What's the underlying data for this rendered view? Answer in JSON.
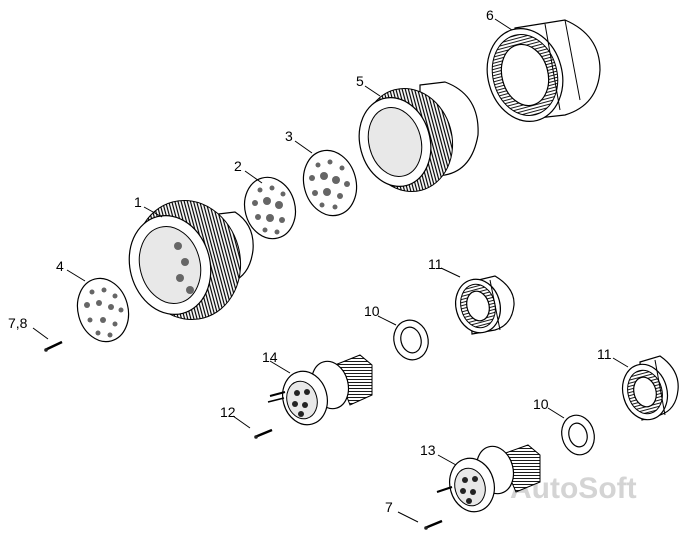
{
  "watermark": "AutoSoft",
  "callouts": {
    "c1": "1",
    "c2": "2",
    "c3": "3",
    "c4": "4",
    "c5": "5",
    "c6": "6",
    "c7a": "7,8",
    "c7b": "7",
    "c10a": "10",
    "c10b": "10",
    "c11a": "11",
    "c11b": "11",
    "c12": "12",
    "c13": "13",
    "c14": "14"
  }
}
